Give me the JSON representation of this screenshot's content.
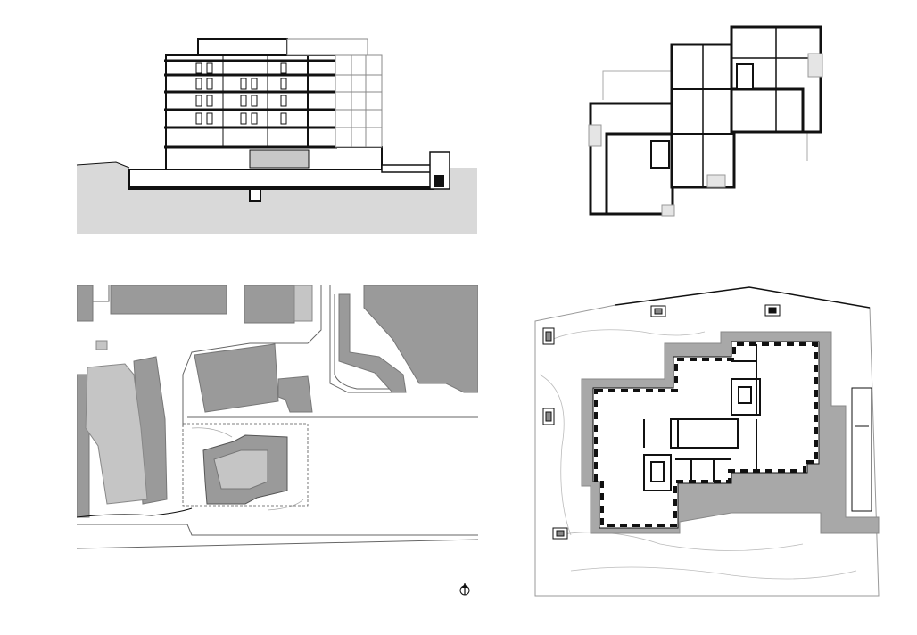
{
  "sheet": {
    "panels": [
      {
        "id": "section",
        "kind": "building-section"
      },
      {
        "id": "floor-plan",
        "kind": "typical-floor-plan"
      },
      {
        "id": "site-plan",
        "kind": "site-plan"
      },
      {
        "id": "ground-plan",
        "kind": "ground-floor-plan"
      }
    ],
    "north_arrow": "north-arrow-icon"
  },
  "colors": {
    "background": "#ffffff",
    "ground_fill": "#d9d9d9",
    "building_dark": "#9a9a9a",
    "building_mid": "#b4b4b4",
    "building_light": "#cfcfcf",
    "line": "#111111",
    "thin_line": "#888888"
  }
}
